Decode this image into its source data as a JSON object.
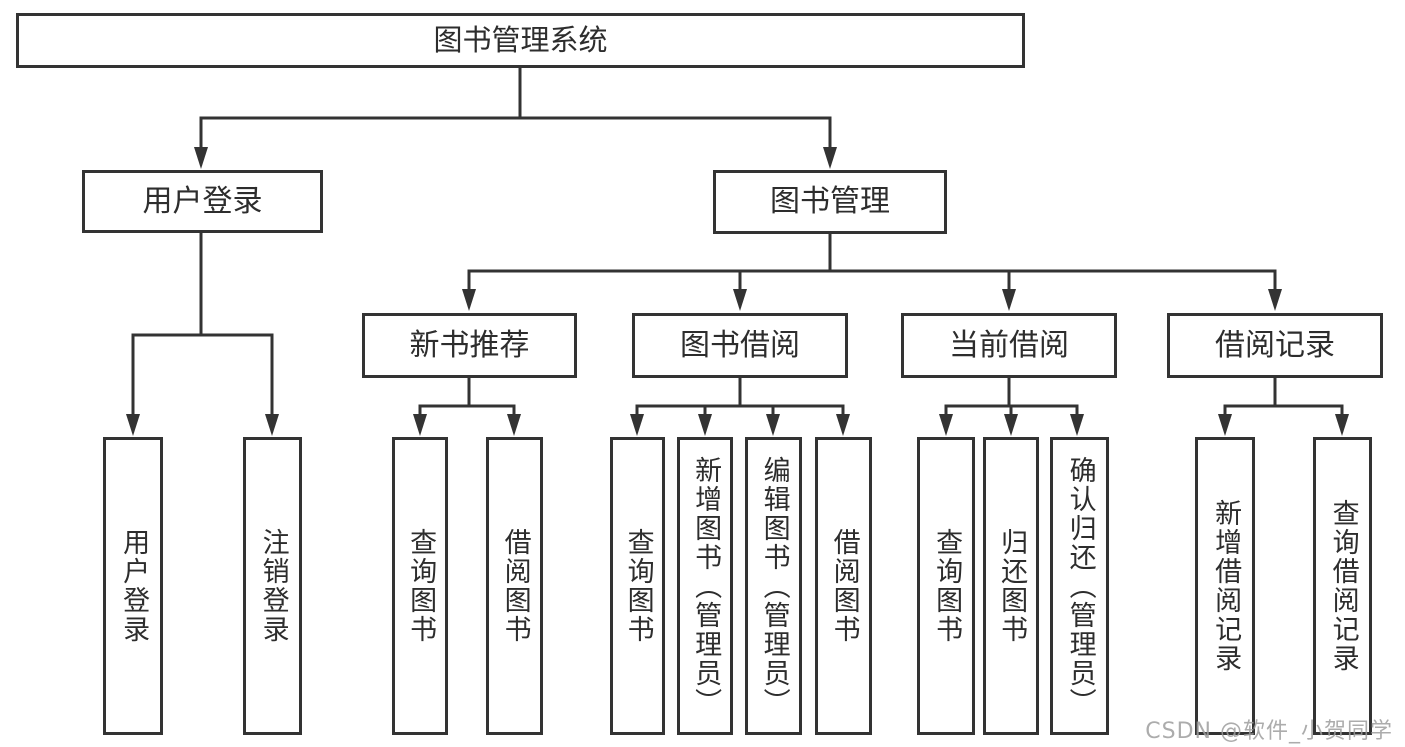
{
  "tree": {
    "root": {
      "label": "图书管理系统",
      "children": [
        {
          "label": "用户登录",
          "children": [
            {
              "label": "用户登录"
            },
            {
              "label": "注销登录"
            }
          ]
        },
        {
          "label": "图书管理",
          "children": [
            {
              "label": "新书推荐",
              "children": [
                {
                  "label": "查询图书"
                },
                {
                  "label": "借阅图书"
                }
              ]
            },
            {
              "label": "图书借阅",
              "children": [
                {
                  "label": "查询图书"
                },
                {
                  "label": "新增图书（管理员）"
                },
                {
                  "label": "编辑图书（管理员）"
                },
                {
                  "label": "借阅图书"
                }
              ]
            },
            {
              "label": "当前借阅",
              "children": [
                {
                  "label": "查询图书"
                },
                {
                  "label": "归还图书"
                },
                {
                  "label": "确认归还（管理员）"
                }
              ]
            },
            {
              "label": "借阅记录",
              "children": [
                {
                  "label": "新增借阅记录"
                },
                {
                  "label": "查询借阅记录"
                }
              ]
            }
          ]
        }
      ]
    }
  },
  "watermark": {
    "text": "CSDN @软件_小贺同学"
  },
  "colors": {
    "line": "#333333",
    "text": "#2d2d2d",
    "box_background": "#ffffff",
    "watermark": "#9e9e9e",
    "background": "#ffffff"
  }
}
